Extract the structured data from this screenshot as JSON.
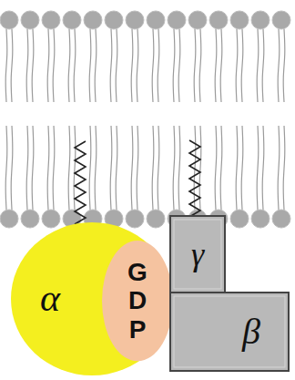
{
  "diagram": {
    "nodes": [
      {
        "text": [
          "α"
        ]
      },
      {
        "text": [
          "G D P"
        ],
        "in": 0
      },
      {
        "text": [
          "γ"
        ]
      },
      {
        "text": [
          "β"
        ]
      }
    ]
  }
}
